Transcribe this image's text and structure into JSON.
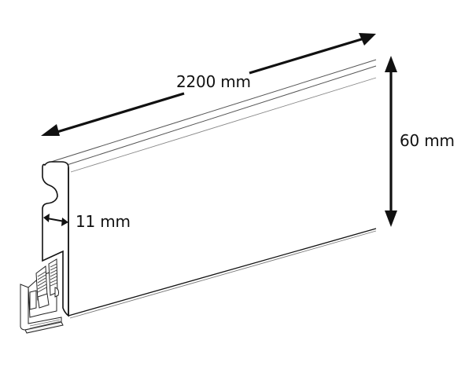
{
  "diagram": {
    "subject": "skirting board profile with mounting clip",
    "dimensions": {
      "length": {
        "label": "2200 mm"
      },
      "height": {
        "label": "60 mm"
      },
      "thickness": {
        "label": "11 mm"
      }
    },
    "colors": {
      "line": "#111111",
      "edge_light": "#777777",
      "background": "#ffffff"
    }
  }
}
